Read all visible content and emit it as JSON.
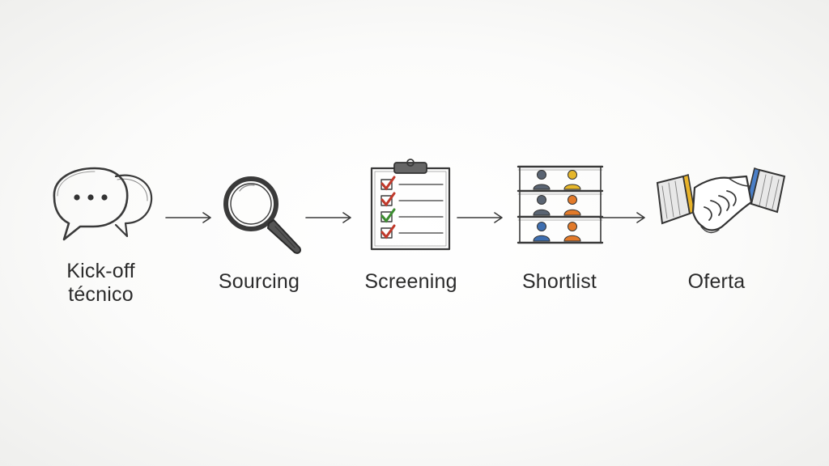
{
  "stages": [
    {
      "id": "kickoff",
      "label_line1": "Kick-off",
      "label_line2": "técnico",
      "icon": "chat-bubbles-icon"
    },
    {
      "id": "sourcing",
      "label": "Sourcing",
      "icon": "magnifier-icon"
    },
    {
      "id": "screening",
      "label": "Screening",
      "icon": "clipboard-checklist-icon"
    },
    {
      "id": "shortlist",
      "label": "Shortlist",
      "icon": "candidate-grid-icon"
    },
    {
      "id": "oferta",
      "label": "Oferta",
      "icon": "handshake-icon"
    }
  ],
  "colors": {
    "ink": "#3a3a3a",
    "check_red": "#c0392b",
    "check_green": "#3c8d2f",
    "person_slate": "#5a6472",
    "person_yellow": "#e5b62a",
    "person_orange": "#e27a2a",
    "person_blue": "#3f6fb0",
    "cuff_yellow": "#e8b32a",
    "cuff_blue": "#4a7fc8"
  }
}
